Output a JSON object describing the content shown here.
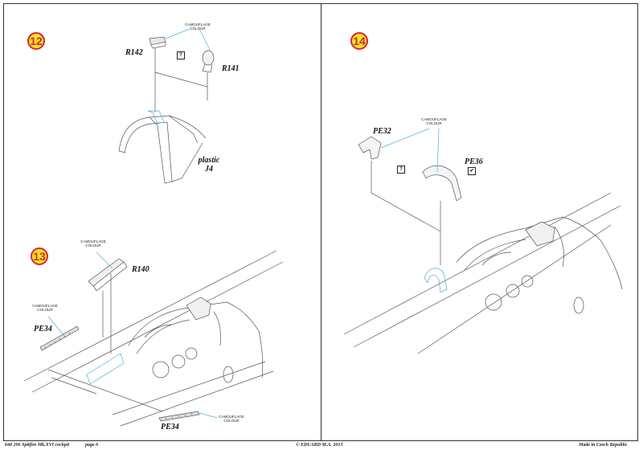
{
  "steps": {
    "s12": "12",
    "s13": "13",
    "s14": "14"
  },
  "labels": {
    "r142": "R142",
    "r141": "R141",
    "r140": "R140",
    "pe34_top": "PE34",
    "pe34_bottom": "PE34",
    "pe32": "PE32",
    "pe36": "PE36",
    "plastic_line1": "plastic",
    "plastic_line2": "J4"
  },
  "notes": {
    "camo_12_line1": "CAMOUFLAGE",
    "camo_12_line2": "COLOUR",
    "camo_13a_line1": "CAMOUFLAGE",
    "camo_13a_line2": "COLOUR",
    "camo_13b_line1": "CAMOUFLAGE",
    "camo_13b_line2": "COLOUR",
    "camo_13c_line1": "CAMOUFLAGE",
    "camo_13c_line2": "COLOUR",
    "camo_14_line1": "CAMOUFLAGE",
    "camo_14_line2": "COLOUR"
  },
  "icons": {
    "question_12": "?",
    "question_14": "?",
    "check_14": "✔"
  },
  "footer": {
    "product": "648 206  Spitfire Mk.XVI cockpit",
    "page": "page 6",
    "copyright": "© EDUARD  M.A. 2013",
    "made_in": "Made in Czech Republic"
  },
  "colors": {
    "accent_line": "#4aaee0",
    "step_fill": "#f3e51e",
    "step_border": "#d8243a"
  }
}
